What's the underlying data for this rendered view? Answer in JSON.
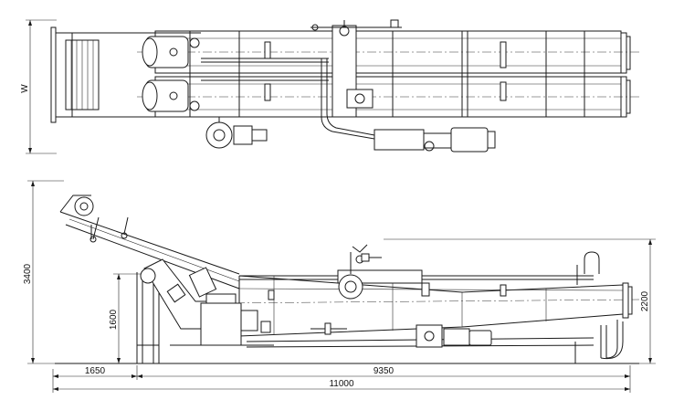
{
  "drawing": {
    "top_view": {
      "width_label": "W"
    },
    "side_view": {
      "height_total": "3400",
      "height_inner": "1600",
      "height_right": "2200",
      "length_left": "1650",
      "length_right": "9350",
      "length_total": "11000"
    }
  }
}
